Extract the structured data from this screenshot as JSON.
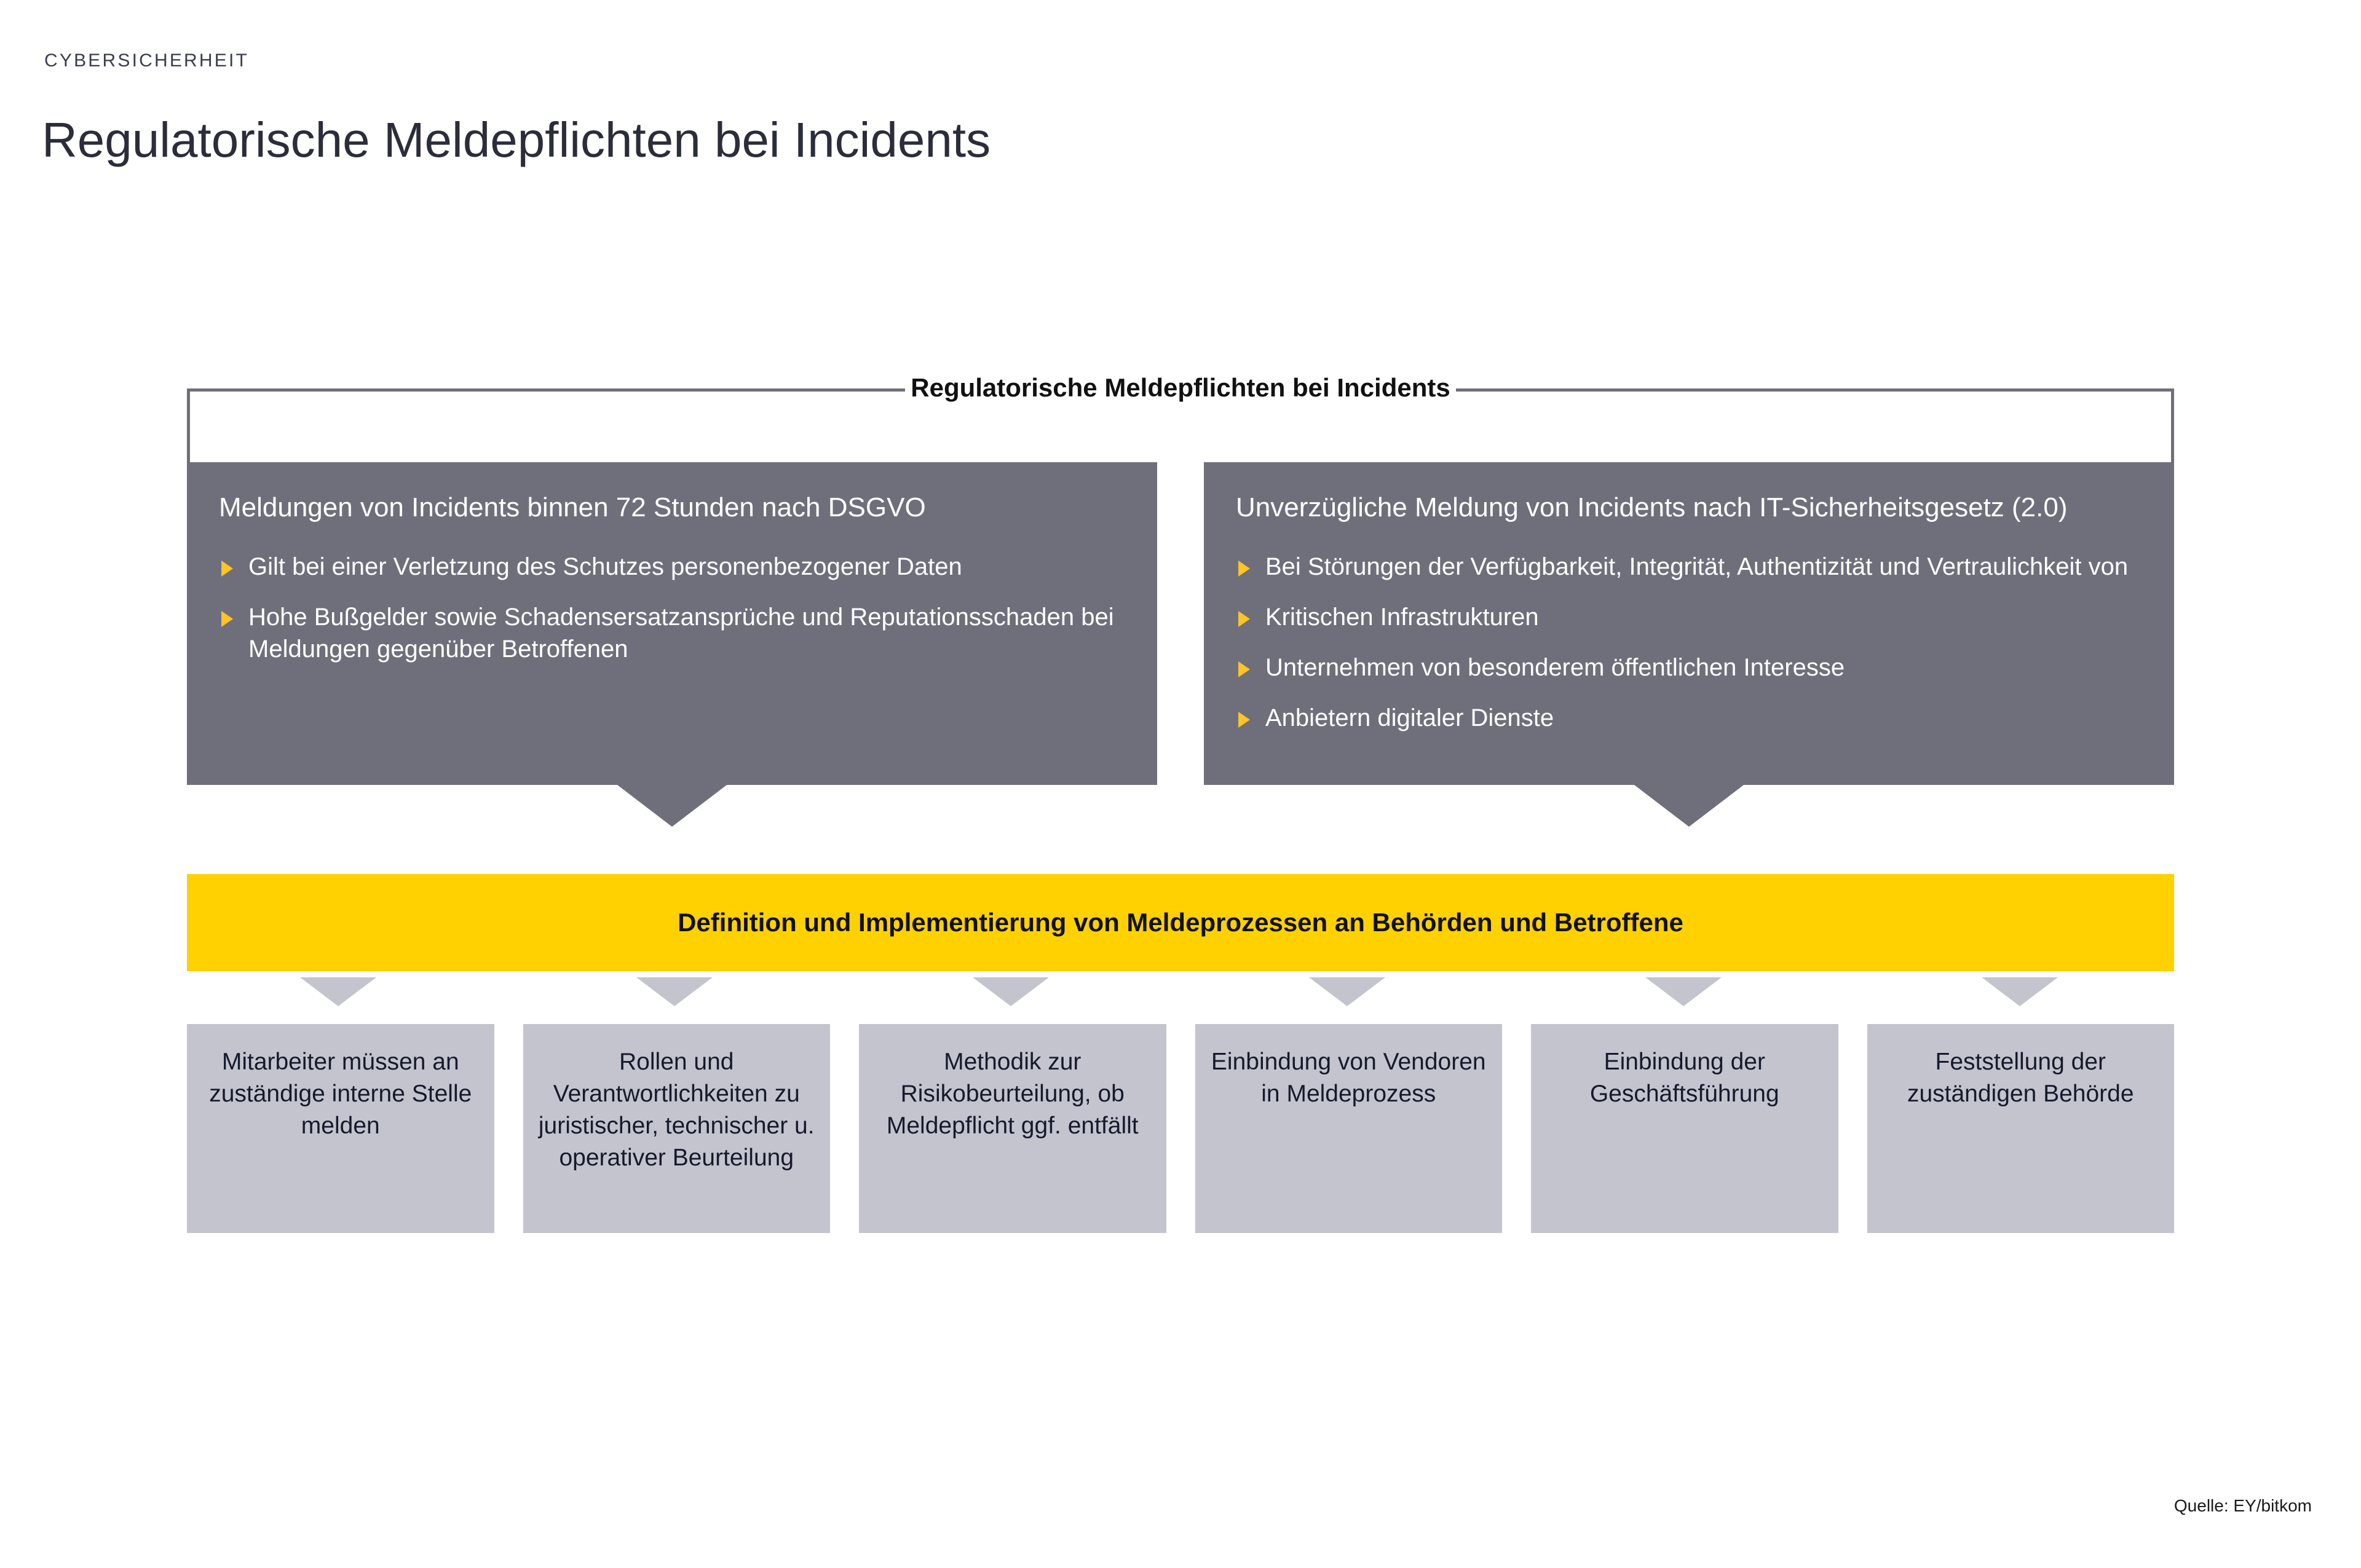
{
  "header": {
    "eyebrow": "CYBERSICHERHEIT",
    "title": "Regulatorische Meldepflichten bei Incidents"
  },
  "figure": {
    "title": "Regulatorische Meldepflichten bei Incidents",
    "panels": [
      {
        "heading": "Meldungen von Incidents binnen 72 Stunden nach DSGVO",
        "bullets": [
          "Gilt bei einer Verletzung des Schutzes personenbezogener Daten",
          "Hohe Bußgelder sowie Schadensersatzansprüche und Reputationsschaden bei Meldungen gegenüber Betroffenen"
        ]
      },
      {
        "heading": "Unverzügliche Meldung von Incidents nach IT-Sicherheitsgesetz (2.0)",
        "bullets": [
          "Bei Störungen der Verfügbarkeit, Integrität, Authentizität und Vertraulichkeit von",
          "Kritischen Infrastrukturen",
          "Unternehmen von besonderem öffentlichen Interesse",
          "Anbietern digitaler Dienste"
        ]
      }
    ],
    "band_label": "Definition und Implementierung von Meldeprozessen an Behörden und Betroffene",
    "cards": [
      "Mitarbeiter müssen an zuständige interne Stelle melden",
      "Rollen und Verantwortlichkeiten zu juristischer, technischer u. operativer Beurteilung",
      "Methodik zur Risikobeurteilung, ob Meldepflicht ggf. entfällt",
      "Einbindung von Vendoren in Meldeprozess",
      "Einbindung der Geschäftsführung",
      "Feststellung der zuständigen Behörde"
    ]
  },
  "source_note": "Quelle: EY/bitkom",
  "colors": {
    "dark_gray": "#6F6F7C",
    "light_gray": "#C4C4CE",
    "accent_yellow": "#FFD100",
    "bullet_yellow": "#FFC425",
    "text_dark": "#2B2D3A"
  }
}
